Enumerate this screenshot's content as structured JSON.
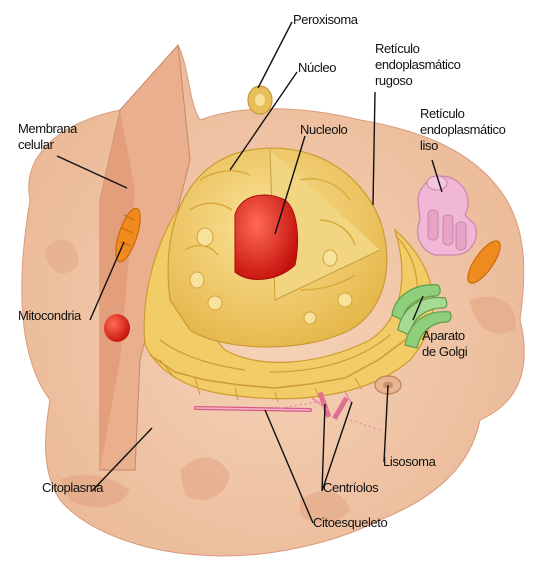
{
  "diagram": {
    "labels": {
      "peroxisoma": "Peroxisoma",
      "nucleo": "Núcleo",
      "reticulo_rugoso": [
        "Retículo",
        "endoplasmático",
        "rugoso"
      ],
      "membrana": [
        "Membrana",
        "celular"
      ],
      "nucleolo": "Nucleolo",
      "reticulo_liso": [
        "Retículo",
        "endoplasmático",
        "liso"
      ],
      "mitocondria": "Mitocondria",
      "golgi": [
        "Aparato",
        "de Golgi"
      ],
      "lisosoma": "Lisosoma",
      "citoplasma": "Citoplasma",
      "centriolos": "Centríolos",
      "citoesqueleto": "Citoesqueleto"
    },
    "colors": {
      "cell_body": "#f3c7a8",
      "cell_shadow": "#e2a686",
      "cut_face": "#e8b090",
      "nucleus": "#f3cf6a",
      "nucleus_dark": "#d9a83c",
      "nucleolus": "#e0241c",
      "mitochondria": "#ef8a1e",
      "smooth_er": "#f0b8d6",
      "golgi": "#8fce7a",
      "label_text": "#111111"
    }
  }
}
